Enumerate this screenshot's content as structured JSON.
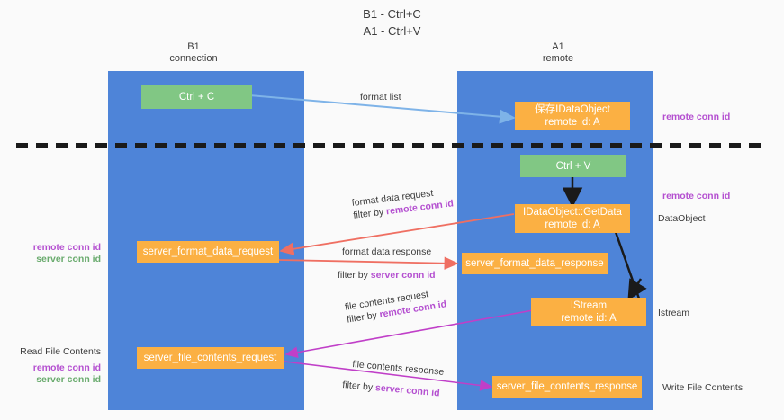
{
  "title": {
    "line1": "B1 - Ctrl+C",
    "line2": "A1 - Ctrl+V"
  },
  "lanes": [
    {
      "id": "b1",
      "name": "B1",
      "role": "connection"
    },
    {
      "id": "a1",
      "name": "A1",
      "role": "remote"
    }
  ],
  "nodes": {
    "ctrl_c": {
      "line1": "Ctrl + C",
      "line2": ""
    },
    "save_idataobject": {
      "line1": "保存IDataObject",
      "line2": "remote id: A"
    },
    "ctrl_v": {
      "line1": "Ctrl + V",
      "line2": ""
    },
    "idataobject_getdata": {
      "line1": "IDataObject::GetData",
      "line2": "remote id: A"
    },
    "server_format_data_request": {
      "line1": "server_format_data_request",
      "line2": ""
    },
    "server_format_data_response": {
      "line1": "server_format_data_response",
      "line2": ""
    },
    "istream": {
      "line1": "IStream",
      "line2": "remote id: A"
    },
    "server_file_contents_request": {
      "line1": "server_file_contents_request",
      "line2": ""
    },
    "server_file_contents_response": {
      "line1": "server_file_contents_response",
      "line2": ""
    }
  },
  "edge_labels": {
    "format_list": "format list",
    "format_data_request": "format data request",
    "format_data_request_filter_prefix": "filter by ",
    "format_data_request_filter_key": "remote conn id",
    "format_data_response": "format data response",
    "format_data_response_filter_prefix": "filter by ",
    "format_data_response_filter_key": "server conn id",
    "file_contents_request": "file contents request",
    "file_contents_request_filter_prefix": "filter by ",
    "file_contents_request_filter_key": "remote conn id",
    "file_contents_response": "file contents response",
    "file_contents_response_filter_prefix": "filter by ",
    "file_contents_response_filter_key": "server conn id"
  },
  "side_labels": {
    "right_remote_conn_id_top": "remote conn id",
    "right_remote_conn_id_mid": "remote conn id",
    "right_dataobject": "DataObject",
    "right_istream": "Istream",
    "right_write_file_contents": "Write File Contents",
    "left_remote_conn_id_mid": "remote conn id",
    "left_server_conn_id_mid": "server conn id",
    "left_read_file_contents": "Read File Contents",
    "left_remote_conn_id_bot": "remote conn id",
    "left_server_conn_id_bot": "server conn id"
  },
  "colors": {
    "lane_blue": "#4e84d8",
    "node_green": "#81c784",
    "node_orange": "#fbb043",
    "highlight_purple": "#b44fd0",
    "highlight_green": "#6aab6e",
    "arrow_lightblue": "#7eb3e8",
    "arrow_red": "#ef6f62",
    "arrow_magenta": "#c03fc8",
    "arrow_black": "#1a1a1a",
    "background": "#fafafa"
  }
}
